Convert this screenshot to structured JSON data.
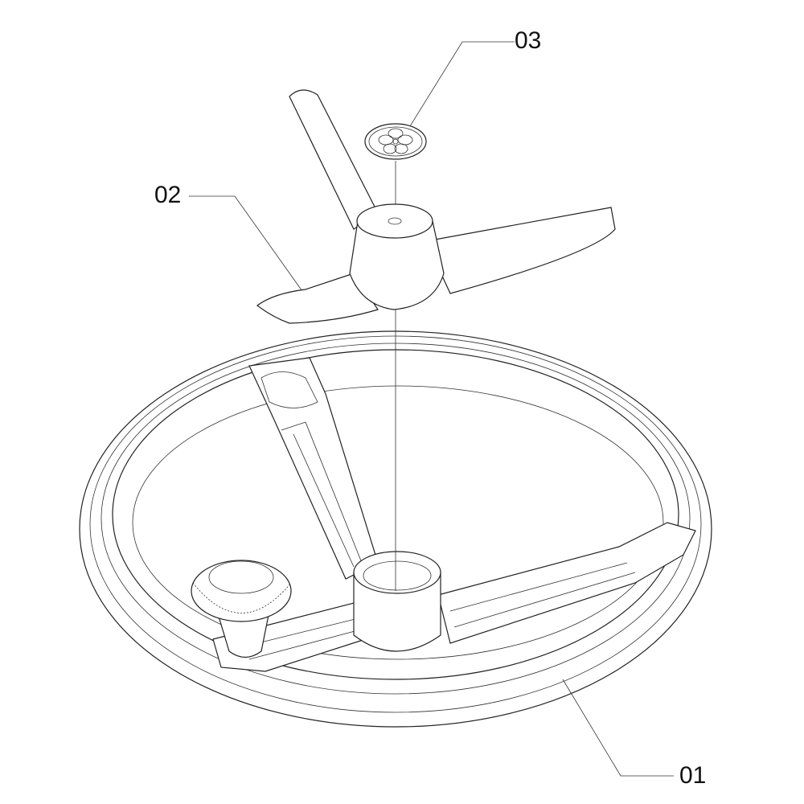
{
  "callouts": {
    "part_01": "01",
    "part_02": "02",
    "part_03": "03"
  }
}
